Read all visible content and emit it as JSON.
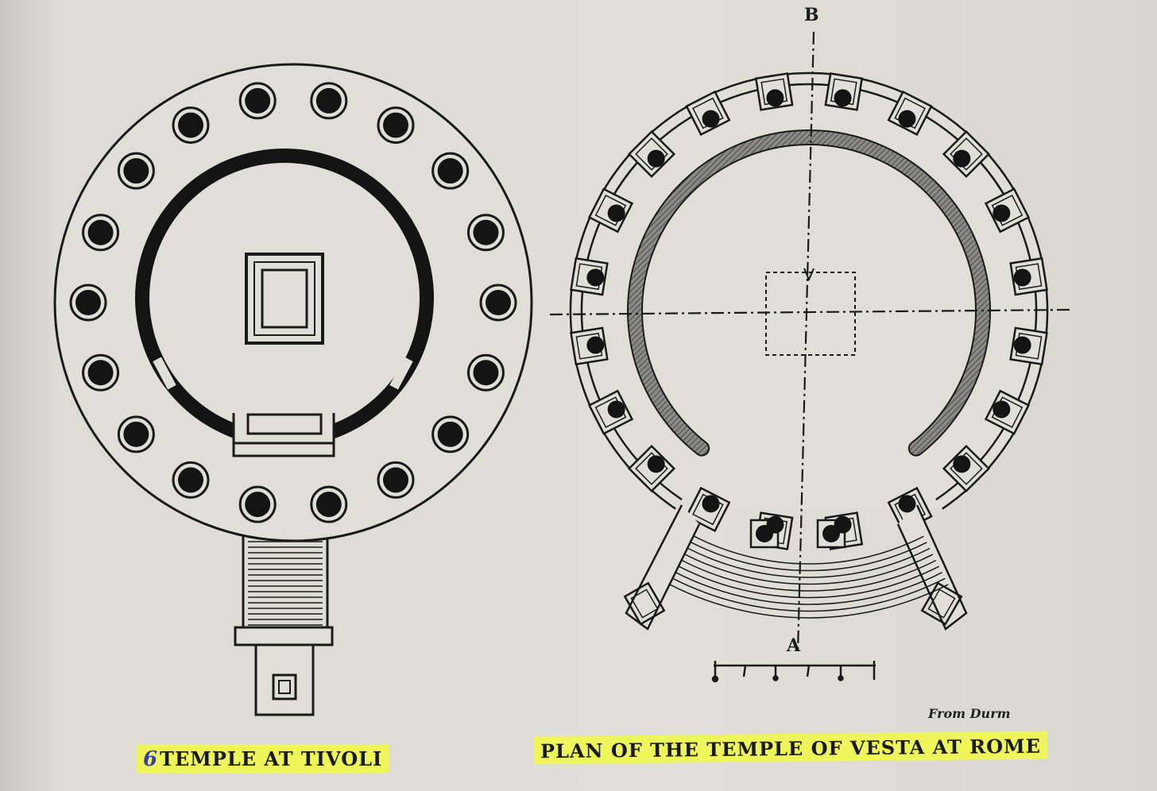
{
  "figures": {
    "tivoli": {
      "caption_mark": "6",
      "caption": "TEMPLE AT TIVOLI"
    },
    "vesta": {
      "caption": "PLAN OF THE TEMPLE OF VESTA AT ROME",
      "axis_top_label": "B",
      "axis_bottom_label": "A",
      "credit": "From Durm"
    }
  },
  "colors": {
    "paper": "#e0dfd7",
    "ink": "#1a1a1a",
    "highlight": "#eef55a",
    "pen_mark": "#3b3fa8",
    "wall_hatch": "#6b6b68"
  }
}
